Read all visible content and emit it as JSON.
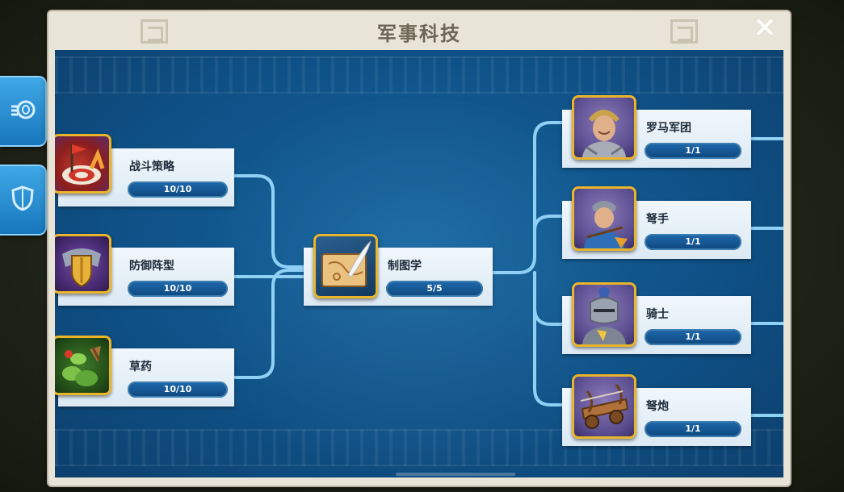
{
  "window": {
    "title": "军事科技"
  },
  "side_tabs": [
    {
      "icon": "coins-icon"
    },
    {
      "icon": "shield-icon"
    }
  ],
  "techs": {
    "battle_strategy": {
      "name": "战斗策略",
      "progress": "10/10",
      "level": 10,
      "max": 10,
      "icon": "target-flag-icon"
    },
    "defensive_formation": {
      "name": "防御阵型",
      "progress": "10/10",
      "level": 10,
      "max": 10,
      "icon": "armor-shield-icon"
    },
    "herbal_medicine": {
      "name": "草药",
      "progress": "10/10",
      "level": 10,
      "max": 10,
      "icon": "herb-bowl-icon"
    },
    "cartography": {
      "name": "制图学",
      "progress": "5/5",
      "level": 5,
      "max": 5,
      "icon": "map-quill-icon"
    },
    "roman_legion": {
      "name": "罗马军团",
      "progress": "1/1",
      "level": 1,
      "max": 1,
      "icon": "legionary-icon"
    },
    "archer": {
      "name": "弩手",
      "progress": "1/1",
      "level": 1,
      "max": 1,
      "icon": "archer-icon"
    },
    "knight": {
      "name": "骑士",
      "progress": "1/1",
      "level": 1,
      "max": 1,
      "icon": "knight-icon"
    },
    "ballista": {
      "name": "弩炮",
      "progress": "1/1",
      "level": 1,
      "max": 1,
      "icon": "ballista-icon"
    }
  },
  "colors": {
    "panel_blue": "#0f5288",
    "node_bg": "#e4eef6",
    "link_line": "#8fd0f5",
    "icon_border_gold": "#e9b52b",
    "bar_bg": "#0c3557"
  }
}
